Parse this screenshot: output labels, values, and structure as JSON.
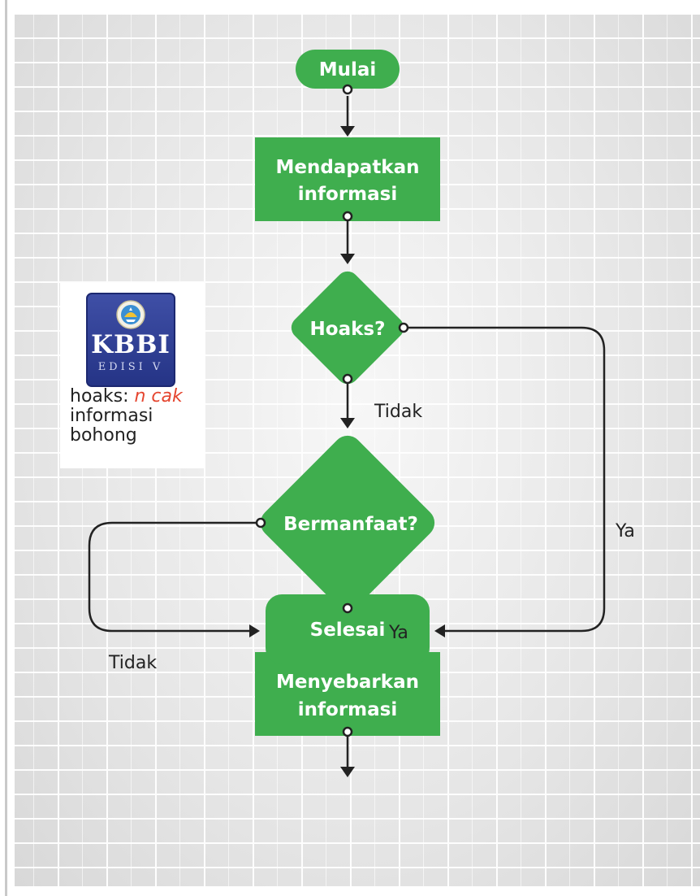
{
  "nodes": {
    "start": "Mulai",
    "get_info": [
      "Mendapatkan",
      "informasi"
    ],
    "hoax_check": "Hoaks?",
    "useful_check": "Bermanfaat?",
    "spread_info": [
      "Menyebarkan",
      "informasi"
    ],
    "end": "Selesai"
  },
  "edge_labels": {
    "hoax_no": "Tidak",
    "hoax_yes": "Ya",
    "useful_yes": "Ya",
    "useful_no": "Tidak"
  },
  "kbbi": {
    "logo_text": "KBBI",
    "logo_edition": "EDISI V",
    "term": "hoaks:",
    "abbreviation": "n cak",
    "meaning": "informasi bohong"
  },
  "colors": {
    "node_fill": "#3fae4e",
    "connector": "#222222",
    "abbreviation": "#e5452f",
    "kbbi_blue": "#2c3b91"
  }
}
